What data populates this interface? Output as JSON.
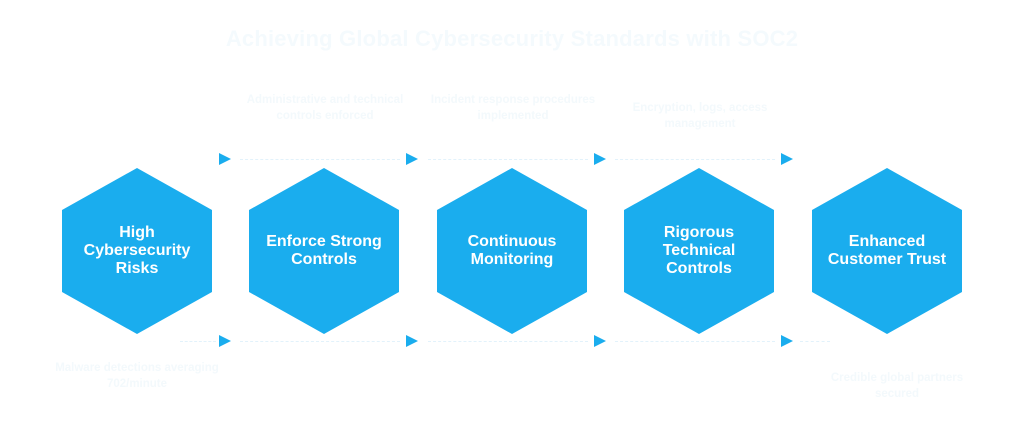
{
  "title": "Achieving Global Cybersecurity Standards with SOC2",
  "colors": {
    "accent": "#1aadee",
    "hex_text": "#ffffff",
    "faint_text": "#f3f9fc"
  },
  "steps": [
    {
      "label": "High Cybersecurity Risks"
    },
    {
      "label": "Enforce Strong Controls"
    },
    {
      "label": "Continuous Monitoring"
    },
    {
      "label": "Rigorous Technical Controls"
    },
    {
      "label": "Enhanced Customer Trust"
    }
  ],
  "top_notes": [
    {
      "text": "Administrative and technical controls enforced"
    },
    {
      "text": "Incident response procedures implemented"
    },
    {
      "text": "Encryption, logs, access management"
    }
  ],
  "bottom_notes": [
    {
      "text": "Malware detections averaging 702/minute"
    },
    {
      "text": "Credible global partners secured"
    }
  ]
}
